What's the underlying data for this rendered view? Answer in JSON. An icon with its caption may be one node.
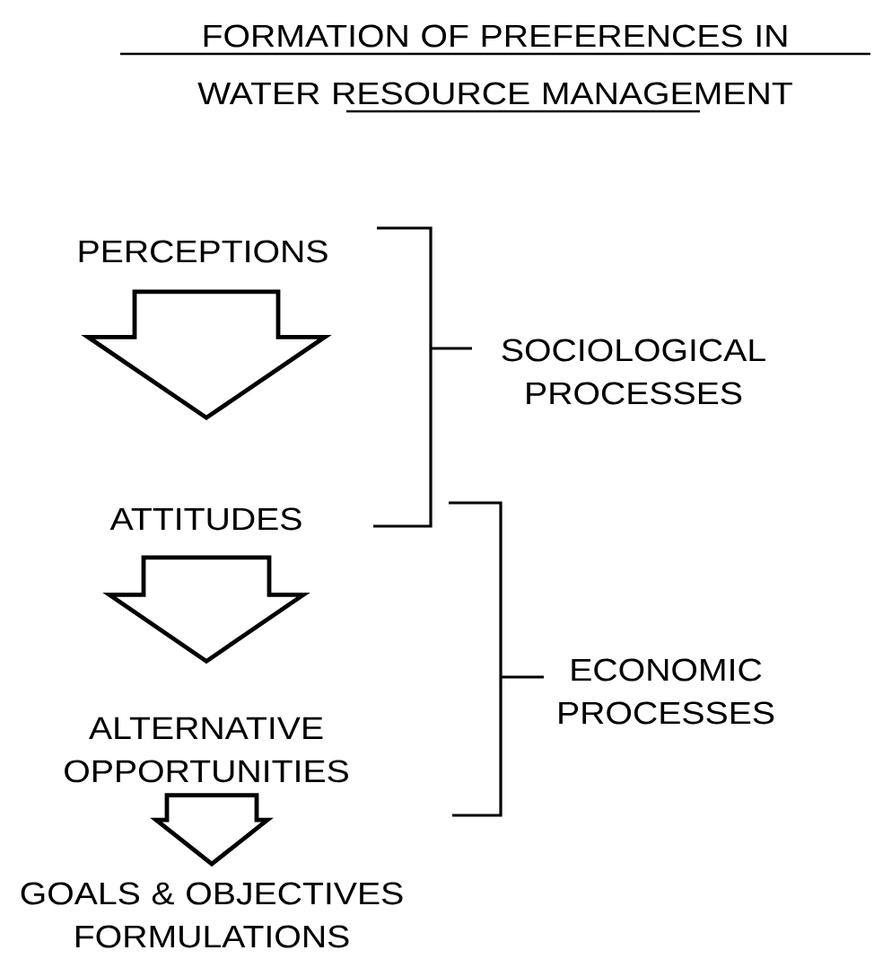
{
  "diagram": {
    "title": "FORMATION OF PREFERENCES IN WATER RESOURCE MANAGEMENT",
    "nodes": [
      {
        "text": [
          "PERCEPTIONS"
        ]
      },
      {
        "text": [
          "ATTITUDES"
        ]
      },
      {
        "text": [
          "ALTERNATIVE OPPORTUNITIES"
        ]
      },
      {
        "text": [
          "GOALS & OBJECTIVES FORMULATIONS"
        ]
      }
    ],
    "edges": [
      {
        "from": 0,
        "to": 1,
        "arrow": "to"
      },
      {
        "from": 1,
        "to": 2,
        "arrow": "to"
      },
      {
        "from": 2,
        "to": 3,
        "arrow": "to"
      }
    ],
    "labels": [
      "SOCIOLOGICAL PROCESSES",
      "ECONOMIC PROCESSES"
    ]
  }
}
